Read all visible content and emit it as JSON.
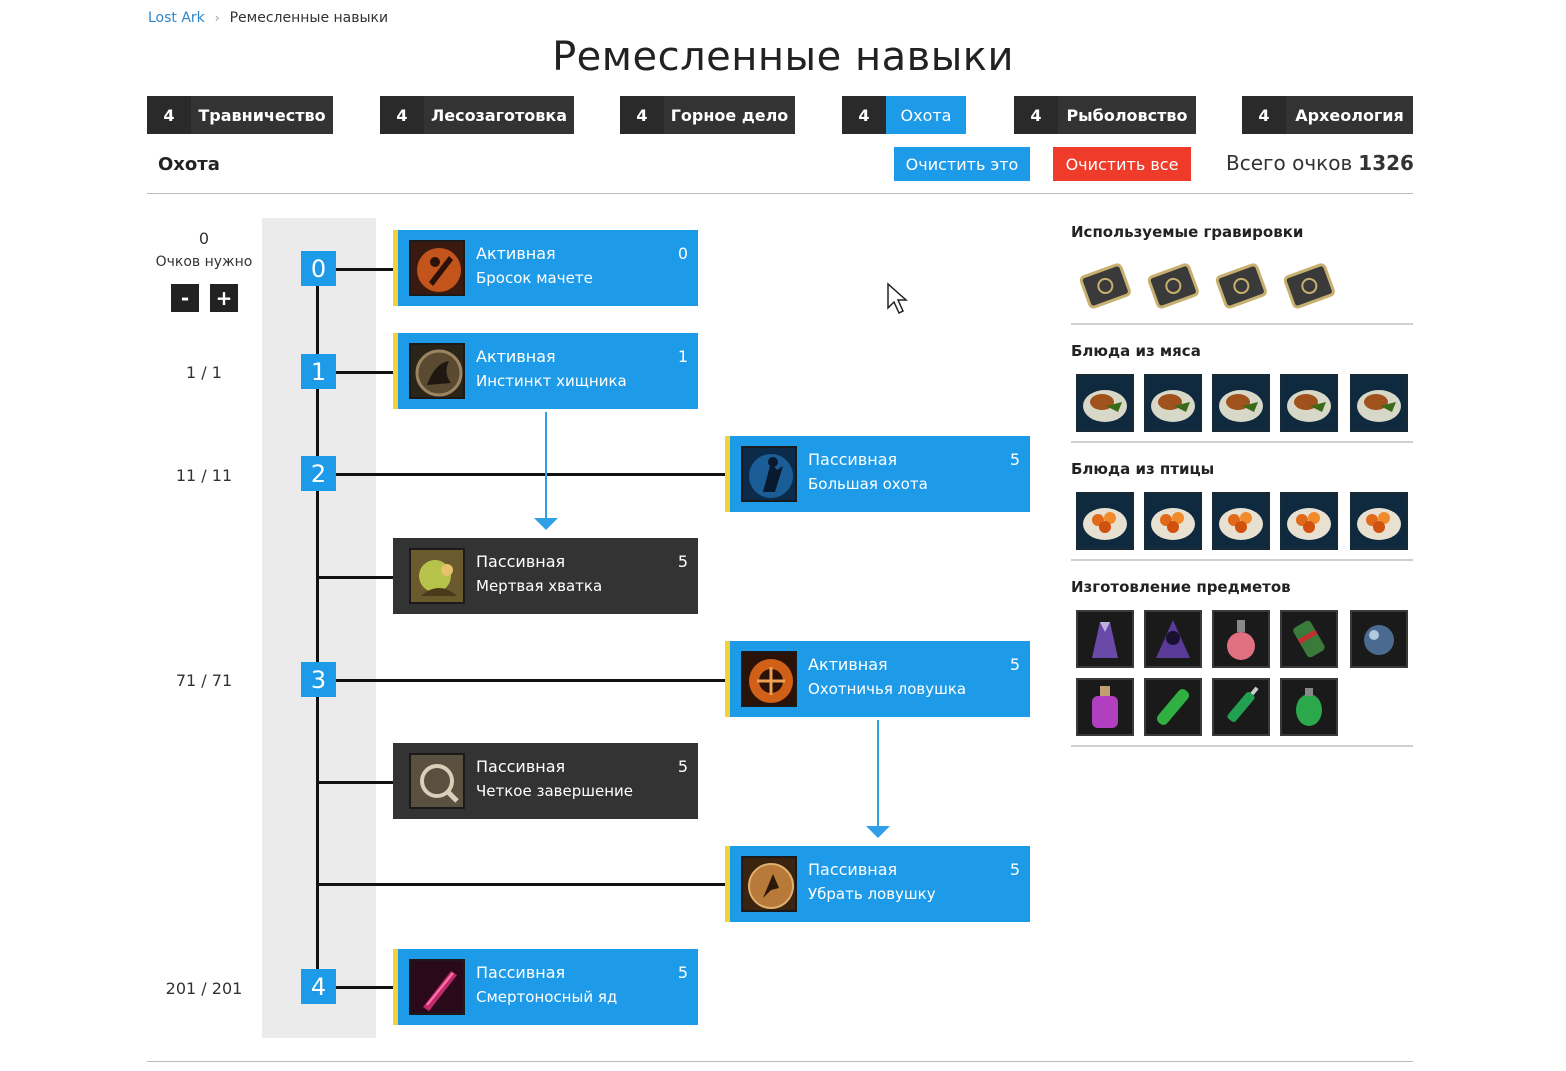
{
  "breadcrumb": {
    "home": "Lost Ark",
    "current": "Ремесленные навыки"
  },
  "page": {
    "title": "Ремесленные навыки"
  },
  "tabs": [
    {
      "num": "4",
      "label": "Травничество"
    },
    {
      "num": "4",
      "label": "Лесозаготовка"
    },
    {
      "num": "4",
      "label": "Горное дело"
    },
    {
      "num": "4",
      "label": "Охота",
      "active": true
    },
    {
      "num": "4",
      "label": "Рыболовство"
    },
    {
      "num": "4",
      "label": "Археология"
    }
  ],
  "header": {
    "section": "Охота",
    "clear_this": "Очистить это",
    "clear_all": "Очистить все",
    "total_label": "Всего очков",
    "total_value": "1326"
  },
  "left": {
    "points_value": "0",
    "points_label": "Очков нужно",
    "minus": "-",
    "plus": "+",
    "levels": [
      {
        "box": "0",
        "req": ""
      },
      {
        "box": "1",
        "req": "1 / 1"
      },
      {
        "box": "2",
        "req": "11 / 11"
      },
      {
        "box": "3",
        "req": "71 / 71"
      },
      {
        "box": "4",
        "req": "201 / 201"
      }
    ]
  },
  "skills": [
    {
      "type": "Активная",
      "name": "Бросок мачете",
      "points": "0",
      "style": "blue",
      "icon": "machete-throw-icon"
    },
    {
      "type": "Активная",
      "name": "Инстинкт хищника",
      "points": "1",
      "style": "blue",
      "icon": "predator-instinct-icon"
    },
    {
      "type": "Пассивная",
      "name": "Большая охота",
      "points": "5",
      "style": "blue",
      "icon": "big-hunt-icon"
    },
    {
      "type": "Пассивная",
      "name": "Мертвая хватка",
      "points": "5",
      "style": "dark",
      "icon": "death-grip-icon"
    },
    {
      "type": "Активная",
      "name": "Охотничья ловушка",
      "points": "5",
      "style": "blue",
      "icon": "hunting-trap-icon"
    },
    {
      "type": "Пассивная",
      "name": "Четкое завершение",
      "points": "5",
      "style": "dark",
      "icon": "clean-finish-icon"
    },
    {
      "type": "Пассивная",
      "name": "Убрать ловушку",
      "points": "5",
      "style": "blue",
      "icon": "remove-trap-icon"
    },
    {
      "type": "Пассивная",
      "name": "Смертоносный яд",
      "points": "5",
      "style": "blue",
      "icon": "deadly-poison-icon"
    }
  ],
  "right": {
    "engravings_title": "Используемые гравировки",
    "meat_title": "Блюда из мяса",
    "bird_title": "Блюда из птицы",
    "crafting_title": "Изготовление предметов"
  },
  "colors": {
    "accent": "#1e9be8",
    "danger": "#ee3b2a",
    "dark": "#333333",
    "highlight": "#f0d23a"
  }
}
